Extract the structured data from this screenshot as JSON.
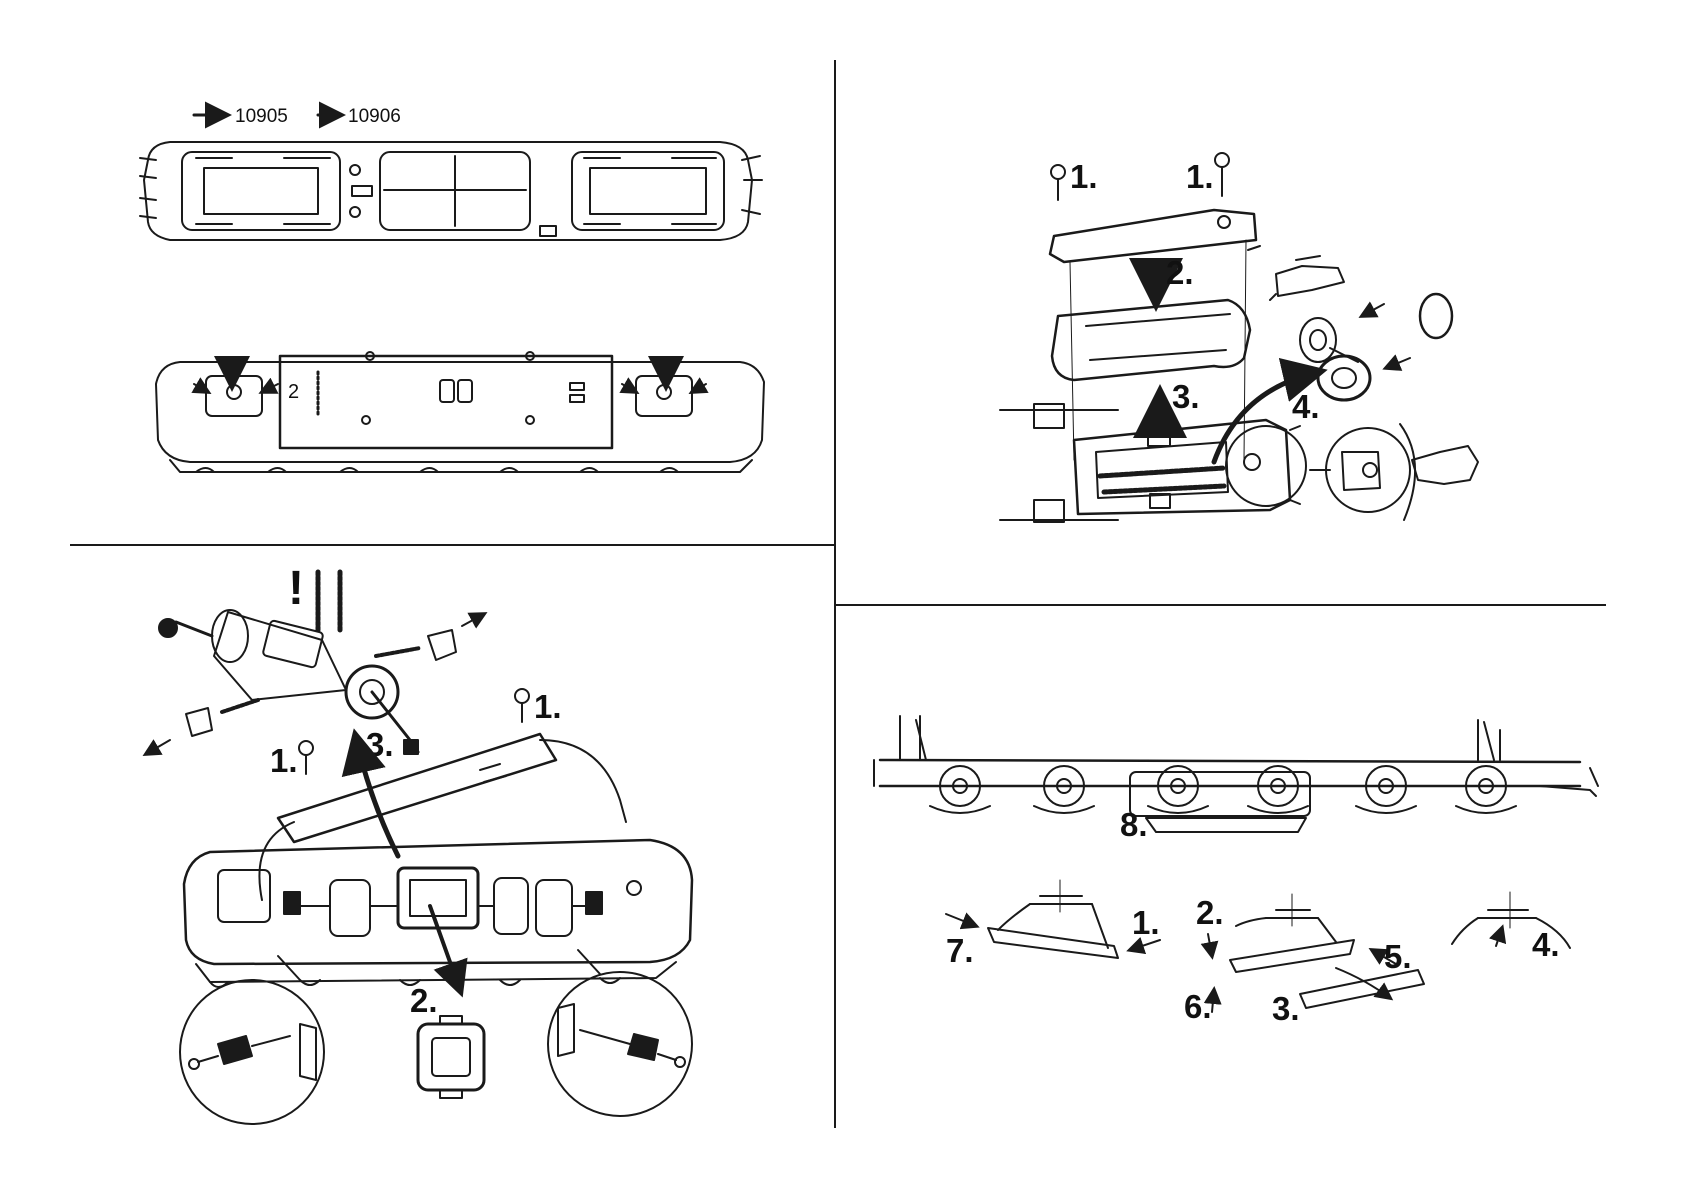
{
  "panels": {
    "top_left": {
      "refs": [
        "10905",
        "10906"
      ],
      "body_label": "2"
    },
    "bottom_left": {
      "warning": "!",
      "steps": [
        "1.",
        "1.",
        "2.",
        "3."
      ]
    },
    "top_right": {
      "steps": [
        "1.",
        "1.",
        "2.",
        "3.",
        "4."
      ]
    },
    "bottom_right": {
      "steps": [
        "8.",
        "1.",
        "2.",
        "3.",
        "4.",
        "5.",
        "6.",
        "7."
      ]
    }
  },
  "colors": {
    "line": "#1a1a1a",
    "background": "#ffffff"
  }
}
